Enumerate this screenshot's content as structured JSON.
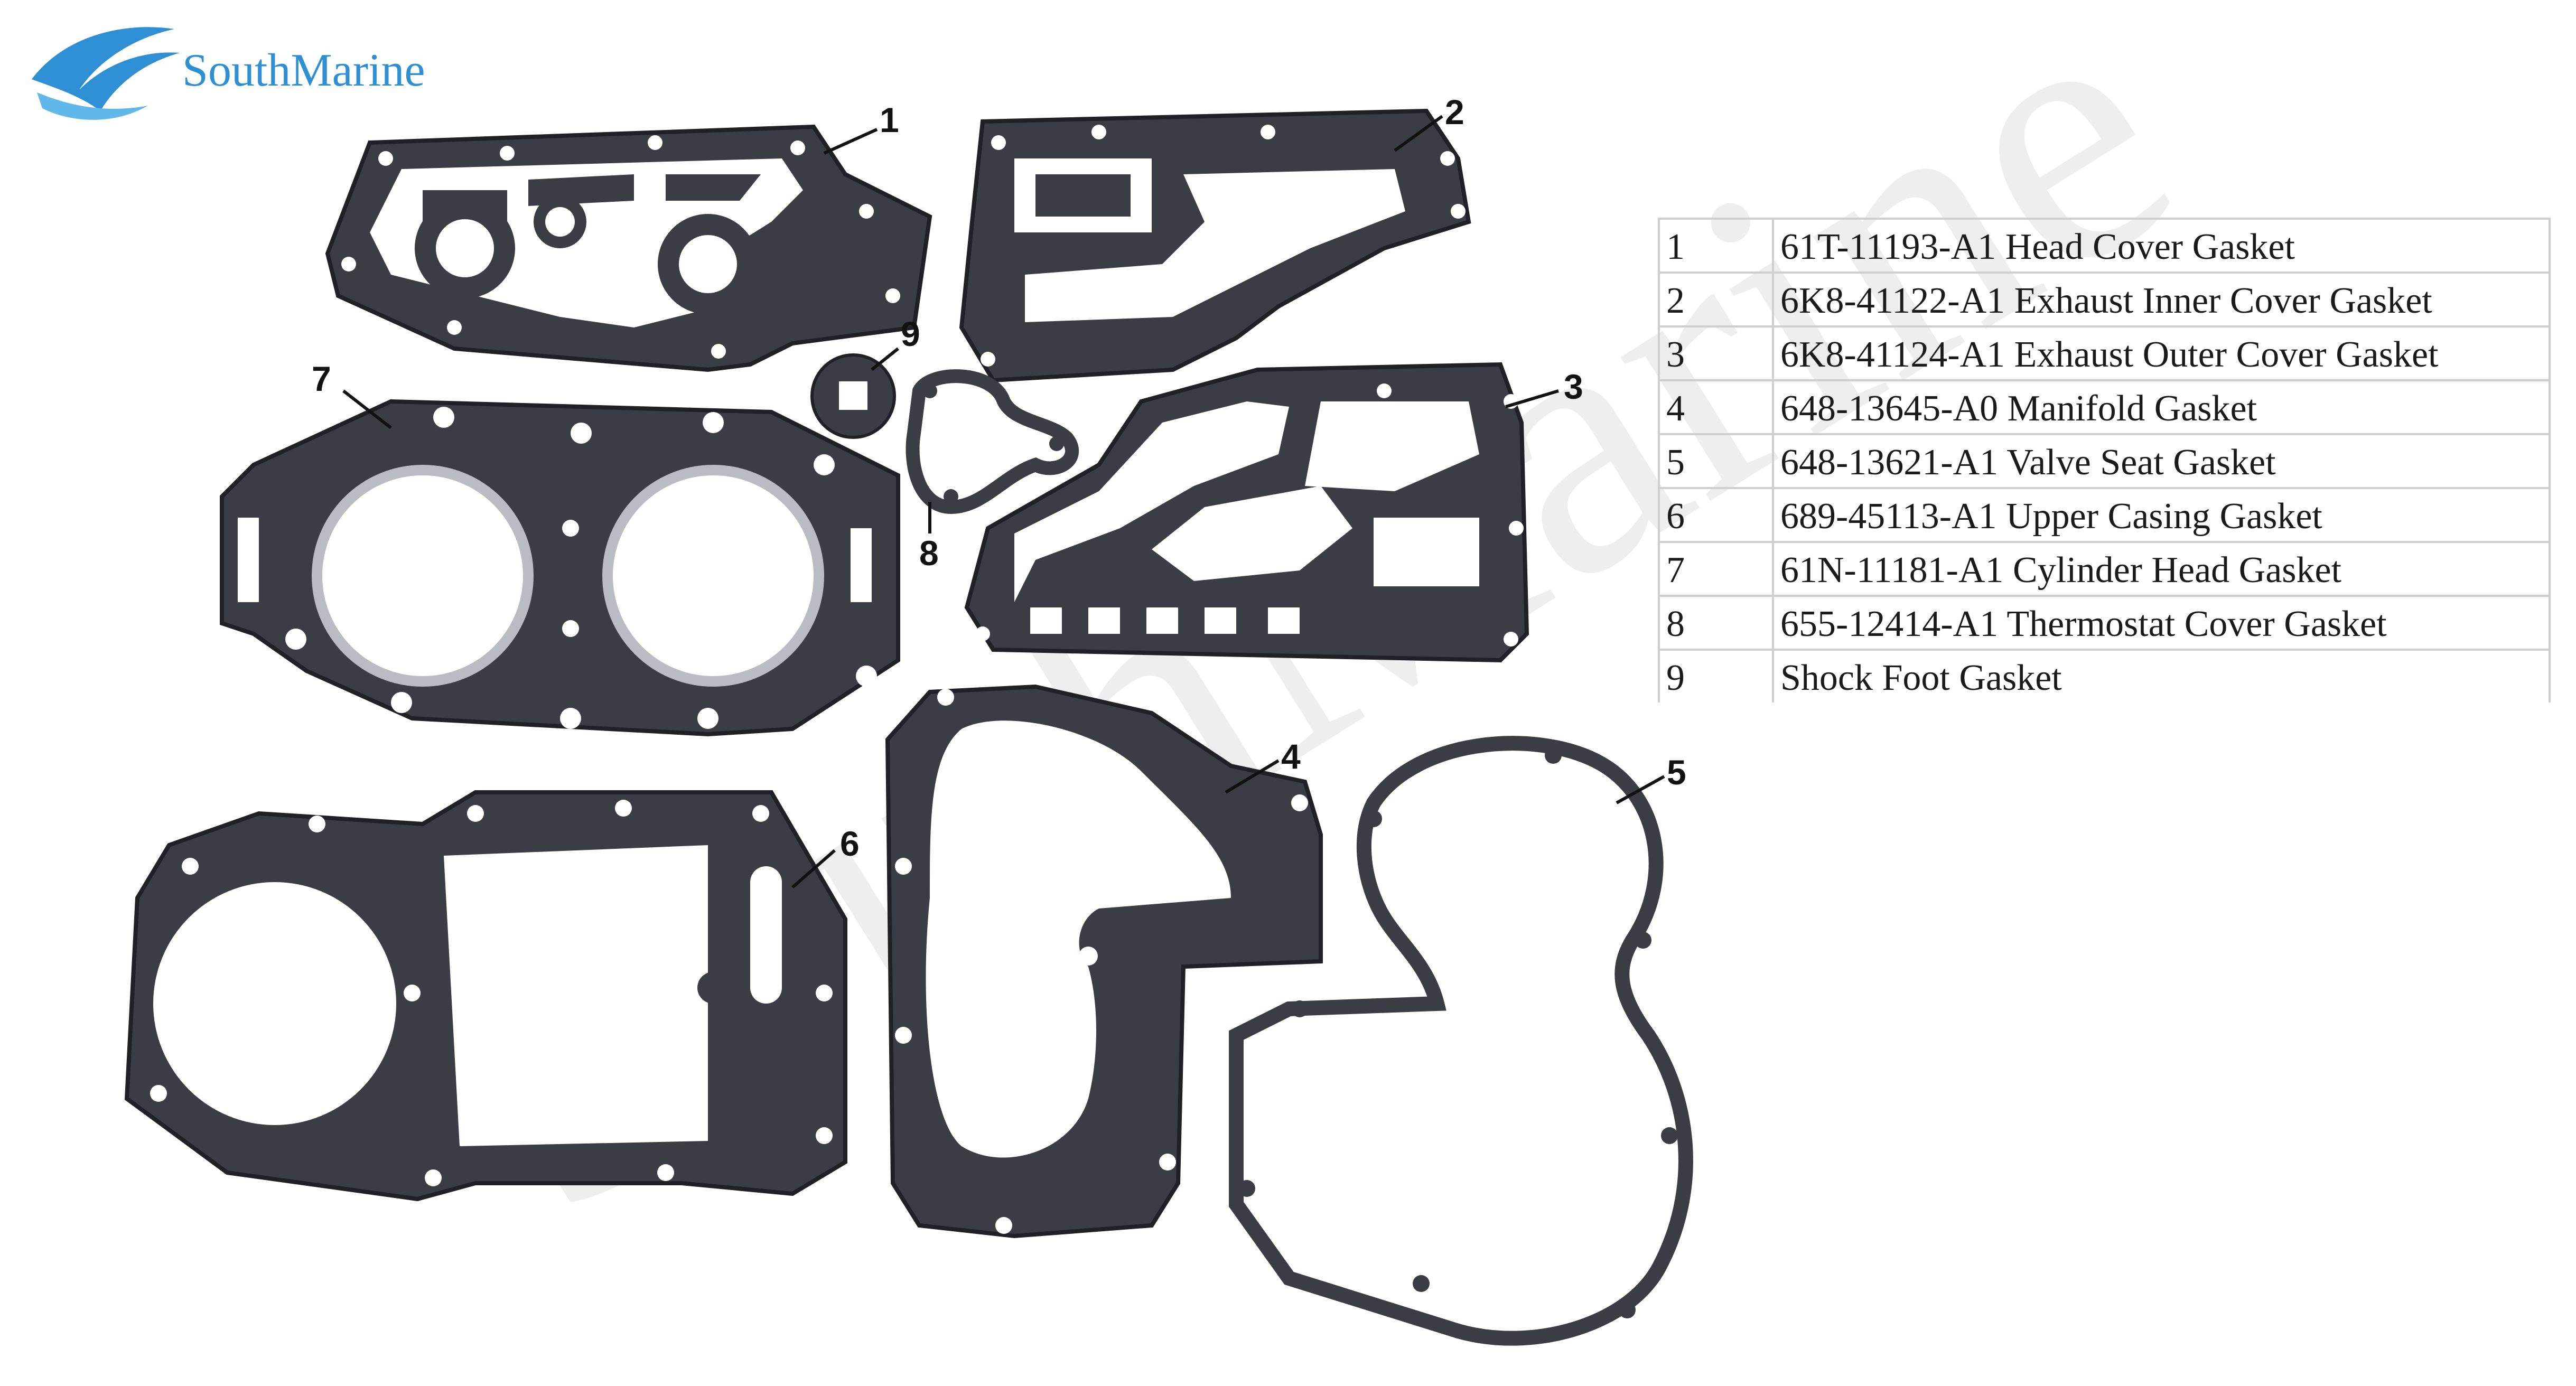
{
  "brand": {
    "name": "SouthMarine",
    "color": "#2f8fd4",
    "watermark": "SouthMarine"
  },
  "colors": {
    "gasket": "#3a3d44",
    "gasket_edge": "#1f2126",
    "hole": "#ffffff",
    "ring": "#b9bcc2"
  },
  "callouts": [
    "1",
    "2",
    "3",
    "4",
    "5",
    "6",
    "7",
    "8",
    "9"
  ],
  "legend": [
    {
      "num": "1",
      "name": "61T-11193-A1 Head Cover Gasket"
    },
    {
      "num": "2",
      "name": "6K8-41122-A1 Exhaust Inner Cover Gasket"
    },
    {
      "num": "3",
      "name": "6K8-41124-A1 Exhaust Outer Cover Gasket"
    },
    {
      "num": "4",
      "name": "648-13645-A0 Manifold Gasket"
    },
    {
      "num": "5",
      "name": "648-13621-A1 Valve Seat Gasket"
    },
    {
      "num": "6",
      "name": "689-45113-A1 Upper Casing Gasket"
    },
    {
      "num": "7",
      "name": "61N-11181-A1 Cylinder Head Gasket"
    },
    {
      "num": "8",
      "name": "655-12414-A1 Thermostat Cover Gasket"
    },
    {
      "num": "9",
      "name": "Shock Foot Gasket"
    }
  ]
}
